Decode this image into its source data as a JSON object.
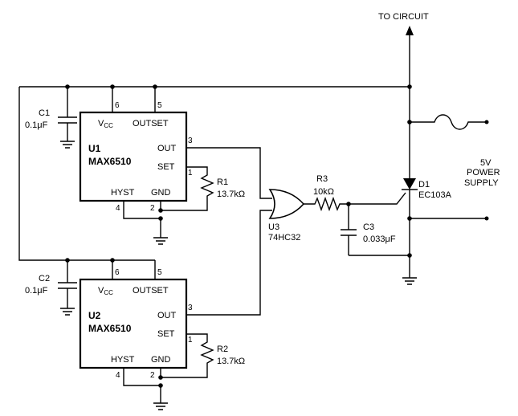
{
  "top_label": "TO CIRCUIT",
  "supply": {
    "line1": "5V",
    "line2": "POWER",
    "line3": "SUPPLY"
  },
  "u1": {
    "ref": "U1",
    "part": "MAX6510",
    "vcc_main": "V",
    "vcc_sub": "CC",
    "outset": "OUTSET",
    "out": "OUT",
    "set": "SET",
    "hyst": "HYST",
    "gnd": "GND",
    "pin_vcc": "6",
    "pin_outset": "5",
    "pin_out": "3",
    "pin_set": "1",
    "pin_hyst": "4",
    "pin_gnd": "2"
  },
  "u2": {
    "ref": "U2",
    "part": "MAX6510",
    "vcc_main": "V",
    "vcc_sub": "CC",
    "outset": "OUTSET",
    "out": "OUT",
    "set": "SET",
    "hyst": "HYST",
    "gnd": "GND",
    "pin_vcc": "6",
    "pin_outset": "5",
    "pin_out": "3",
    "pin_set": "1",
    "pin_hyst": "4",
    "pin_gnd": "2"
  },
  "c1": {
    "ref": "C1",
    "value": "0.1μF"
  },
  "c2": {
    "ref": "C2",
    "value": "0.1μF"
  },
  "r1": {
    "ref": "R1",
    "value": "13.7kΩ"
  },
  "r2": {
    "ref": "R2",
    "value": "13.7kΩ"
  },
  "u3": {
    "ref": "U3",
    "part": "74HC32"
  },
  "r3": {
    "ref": "R3",
    "value": "10kΩ"
  },
  "c3": {
    "ref": "C3",
    "value": "0.033μF"
  },
  "d1": {
    "ref": "D1",
    "part": "EC103A"
  }
}
